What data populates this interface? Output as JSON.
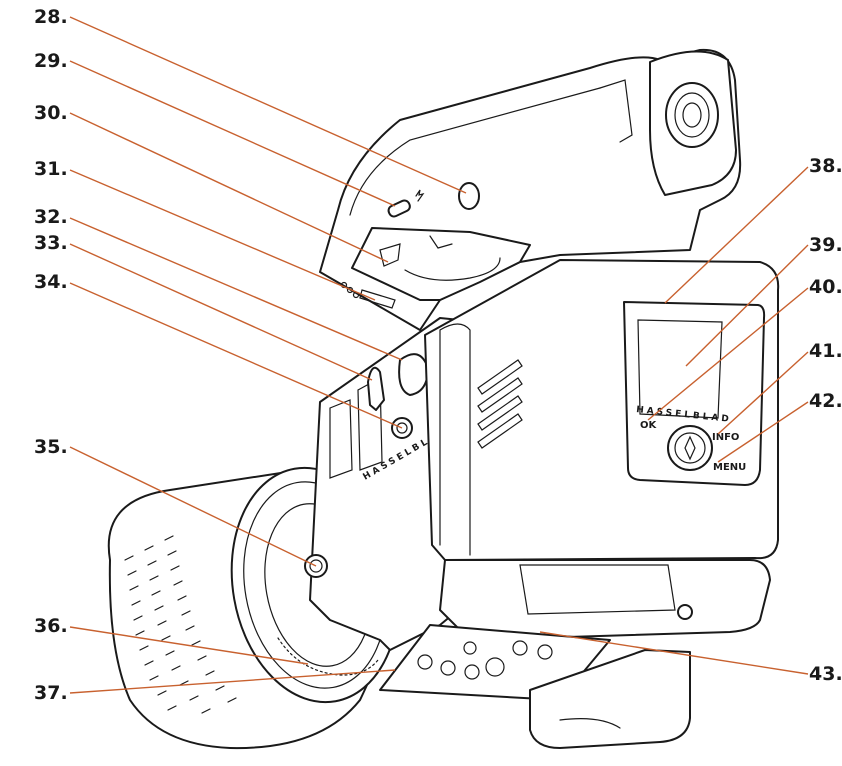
{
  "labels_left": [
    {
      "id": "28",
      "text": "28."
    },
    {
      "id": "29",
      "text": "29."
    },
    {
      "id": "30",
      "text": "30."
    },
    {
      "id": "31",
      "text": "31."
    },
    {
      "id": "32",
      "text": "32."
    },
    {
      "id": "33",
      "text": "33."
    },
    {
      "id": "34",
      "text": "34."
    },
    {
      "id": "35",
      "text": "35."
    },
    {
      "id": "36",
      "text": "36."
    },
    {
      "id": "37",
      "text": "37."
    }
  ],
  "labels_right": [
    {
      "id": "38",
      "text": "38."
    },
    {
      "id": "39",
      "text": "39."
    },
    {
      "id": "40",
      "text": "40."
    },
    {
      "id": "41",
      "text": "41."
    },
    {
      "id": "42",
      "text": "42."
    },
    {
      "id": "43",
      "text": "43."
    }
  ],
  "device_markings": {
    "brand_side": "HASSELBLAD",
    "brand_front": "HASSELBLAD",
    "ok_button": "OK",
    "info_button": "INFO",
    "menu_button": "MENU"
  },
  "colors": {
    "leader_line": "#c8612f",
    "line_art": "#1a1a1a"
  }
}
